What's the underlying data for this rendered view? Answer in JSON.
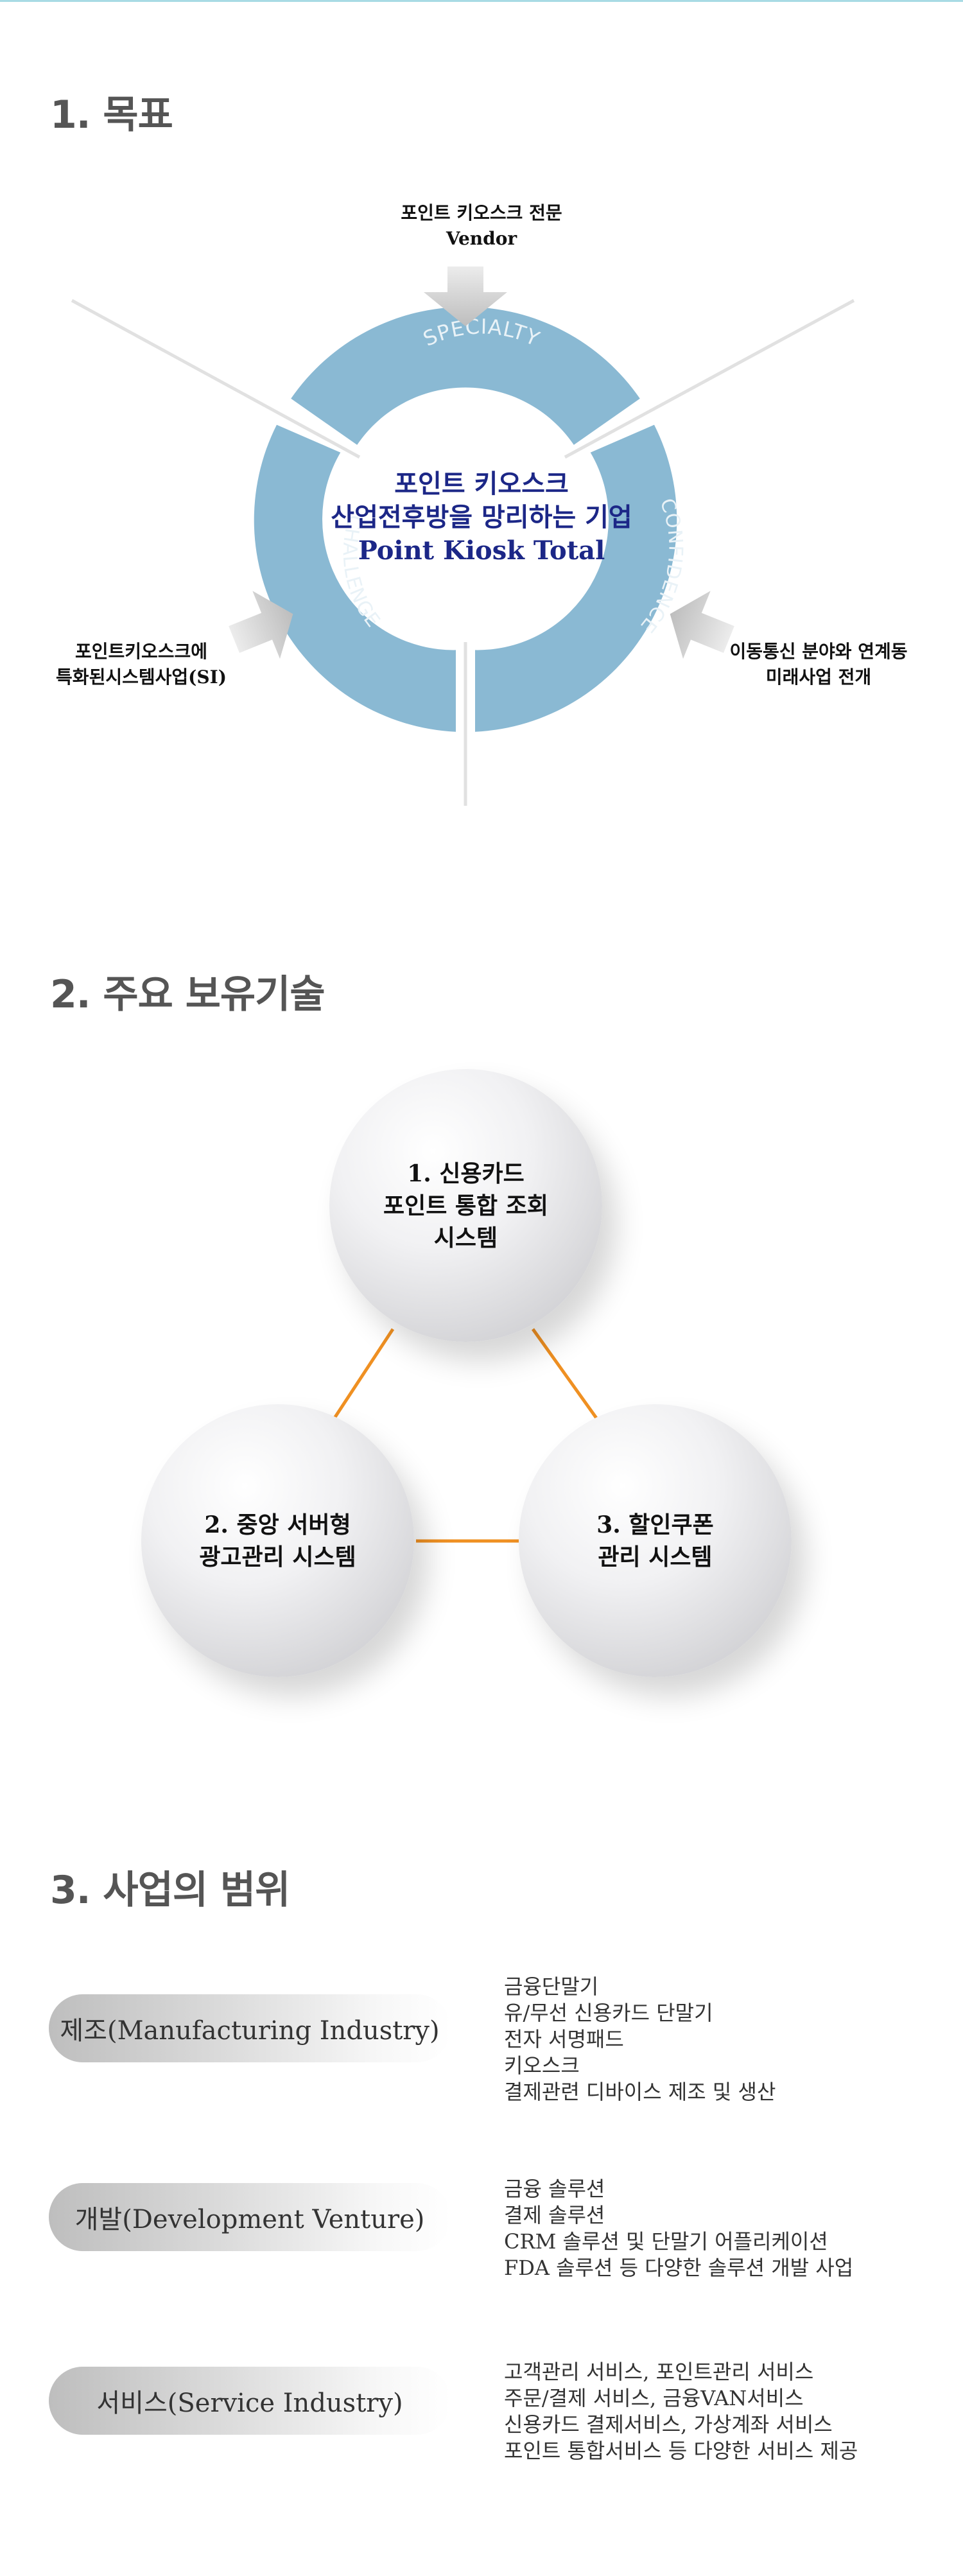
{
  "sections": {
    "goal": {
      "title": "1. 목표",
      "vendor": [
        "포인트 키오스크 전문",
        "Vendor"
      ],
      "center": [
        "포인트 키오스크",
        "산업전후방을 망리하는 기업",
        "Point Kiosk Total"
      ],
      "ring_labels": {
        "top": "SPECIALTY",
        "left": "CHALLENGE",
        "right": "CONFIDENCE"
      },
      "left_label": [
        "포인트키오스크에",
        "특화된시스템사업(SI)"
      ],
      "right_label": [
        "이동통신 분야와 연계동",
        "미래사업 전개"
      ]
    },
    "tech": {
      "title": "2. 주요 보유기술",
      "items": [
        "1. 신용카드\n포인트 통합 조회\n시스템",
        "2. 중앙 서버형\n광고관리 시스템",
        "3. 할인쿠폰\n관리 시스템"
      ]
    },
    "scope": {
      "title": "3. 사업의 범위",
      "items": [
        {
          "label": "제조(Manufacturing Industry)",
          "lines": [
            "금융단말기",
            "유/무선 신용카드 단말기",
            "전자 서명패드",
            "키오스크",
            "결제관련 디바이스 제조 및 생산"
          ]
        },
        {
          "label": "개발(Development Venture)",
          "lines": [
            "금융 솔루션",
            "결제 솔루션",
            "CRM 솔루션 및 단말기 어플리케이션",
            "FDA 솔루션 등 다양한 솔루션 개발 사업"
          ]
        },
        {
          "label": "서비스(Service Industry)",
          "lines": [
            "고객관리 서비스, 포인트관리 서비스",
            "주문/결제 서비스, 금융VAN서비스",
            "신용카드 결제서비스, 가상계좌 서비스",
            "포인트 통합서비스 등 다양한 서비스 제공"
          ]
        }
      ]
    }
  },
  "colors": {
    "ring": "#8ab9d3",
    "arrow": "#c6c6c6",
    "center_text": "#1c2787",
    "connector": "#ef9022"
  }
}
